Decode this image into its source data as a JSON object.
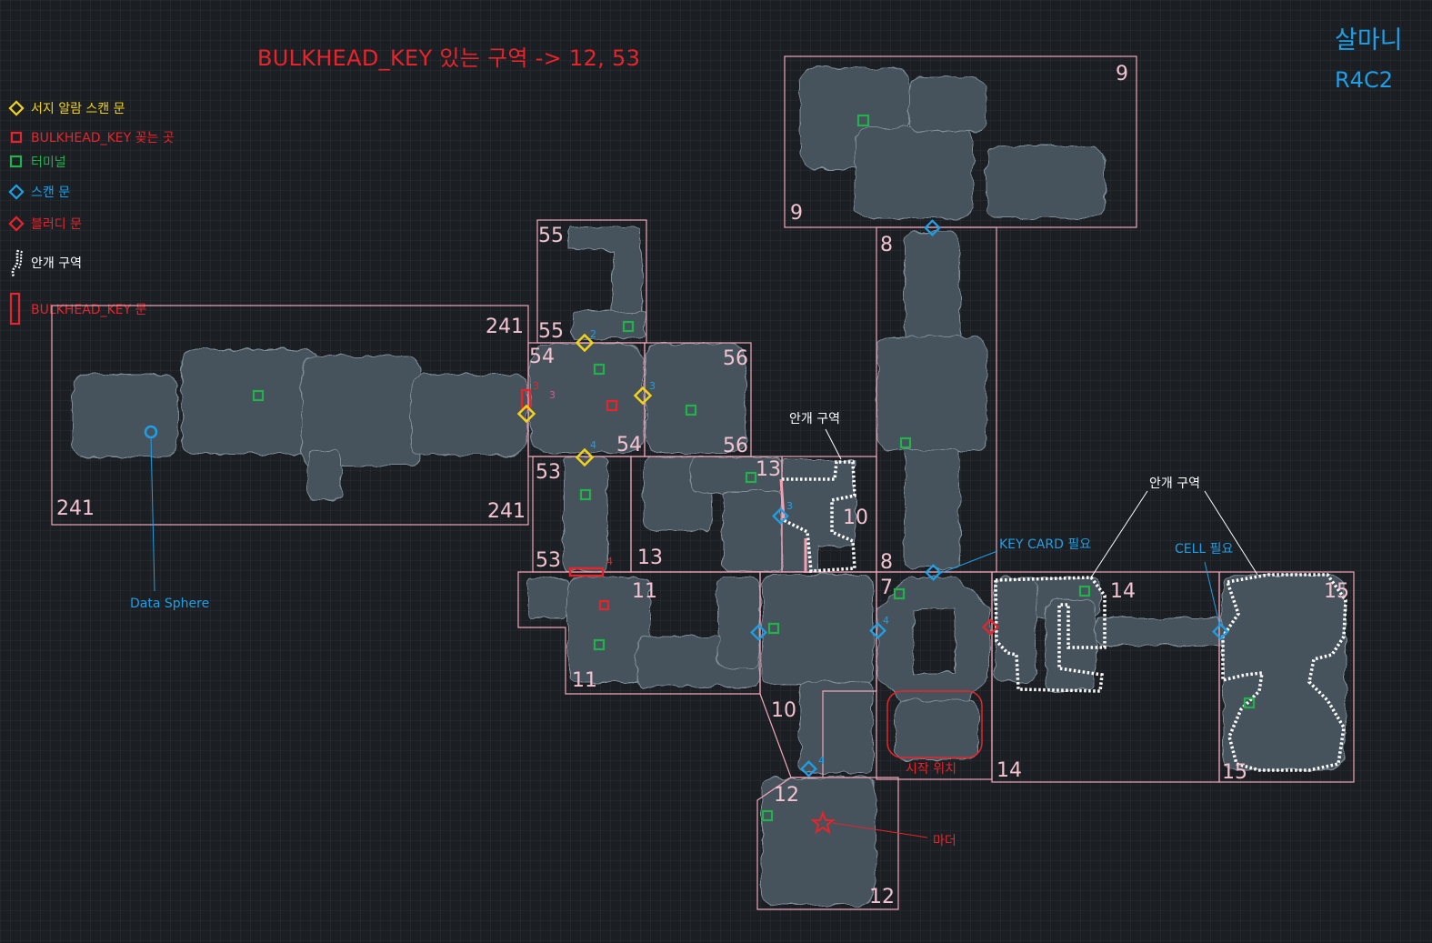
{
  "title": "BULKHEAD_KEY 있는 구역 -> 12, 53",
  "map_name": "살마니",
  "map_code": "R4C2",
  "legend": [
    {
      "label": "서지 알람 스캔 문",
      "icon": "yellow-diamond-icon",
      "color": "#f2d21b"
    },
    {
      "label": "BULKHEAD_KEY 꽂는 곳",
      "icon": "red-square-icon",
      "color": "#e8242a"
    },
    {
      "label": "터미널",
      "icon": "green-square-icon",
      "color": "#21b24b"
    },
    {
      "label": "스캔 문",
      "icon": "blue-diamond-icon",
      "color": "#1e9fe6"
    },
    {
      "label": "블러디 문",
      "icon": "red-diamond-icon",
      "color": "#e8242a"
    },
    {
      "label": "안개 구역",
      "icon": "white-dotted-line-icon",
      "color": "#ffffff"
    },
    {
      "label": "BULKHEAD_KEY 문",
      "icon": "red-bar-icon",
      "color": "#e8242a"
    }
  ],
  "zones": {
    "z241": [
      "241",
      "241",
      "241"
    ],
    "z55": [
      "55",
      "55"
    ],
    "z54": [
      "54",
      "54"
    ],
    "z56": [
      "56",
      "56"
    ],
    "z53": [
      "53",
      "53"
    ],
    "z13": [
      "13",
      "13"
    ],
    "z10": [
      "10",
      "10"
    ],
    "z11": [
      "11",
      "11"
    ],
    "z9": [
      "9",
      "9"
    ],
    "z8": [
      "8",
      "8"
    ],
    "z7": "7",
    "z14": [
      "14",
      "14"
    ],
    "z15": [
      "15",
      "15"
    ],
    "z12": [
      "12",
      "12"
    ]
  },
  "door_numbers": {
    "d2": "2",
    "d3_blue": "3",
    "d3_red": "3",
    "d3_pink": "3",
    "d4_upper": "4",
    "d4_red": "4",
    "d3_z10": "3",
    "d4_z7": "4",
    "d4_z12": "4"
  },
  "annotations": {
    "fog_zone_1": "안개 구역",
    "fog_zone_2": "안개 구역",
    "key_card": "KEY CARD 필요",
    "cell": "CELL 필요",
    "data_sphere": "Data Sphere",
    "start": "시작 위치",
    "marker": "마더"
  },
  "colors": {
    "zone_border": "#f0a7b8",
    "floor": "#46525c",
    "yellow": "#f2d21b",
    "red": "#e8242a",
    "green": "#21b24b",
    "blue": "#1e9fe6"
  }
}
